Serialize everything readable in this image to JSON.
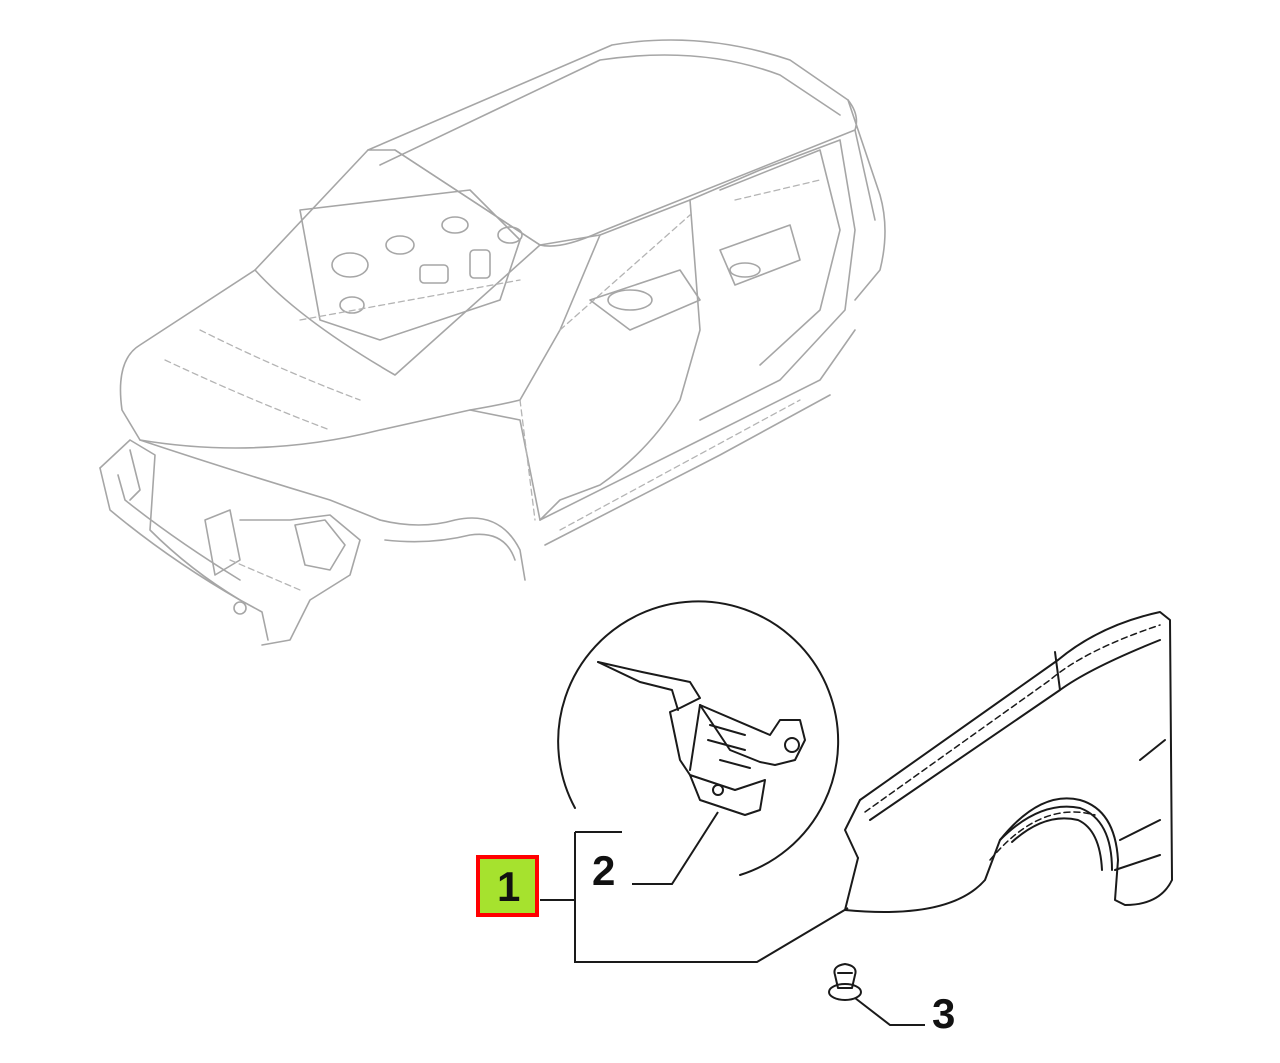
{
  "callouts": {
    "part1": {
      "label": "1",
      "highlight_fill": "#a6e22e",
      "highlight_border": "#ff0000"
    },
    "part2": {
      "label": "2"
    },
    "part3": {
      "label": "3"
    }
  },
  "colors": {
    "line_ink": "#1a1a1a",
    "ghost_outline": "#a6a6a6",
    "background": "#ffffff"
  }
}
